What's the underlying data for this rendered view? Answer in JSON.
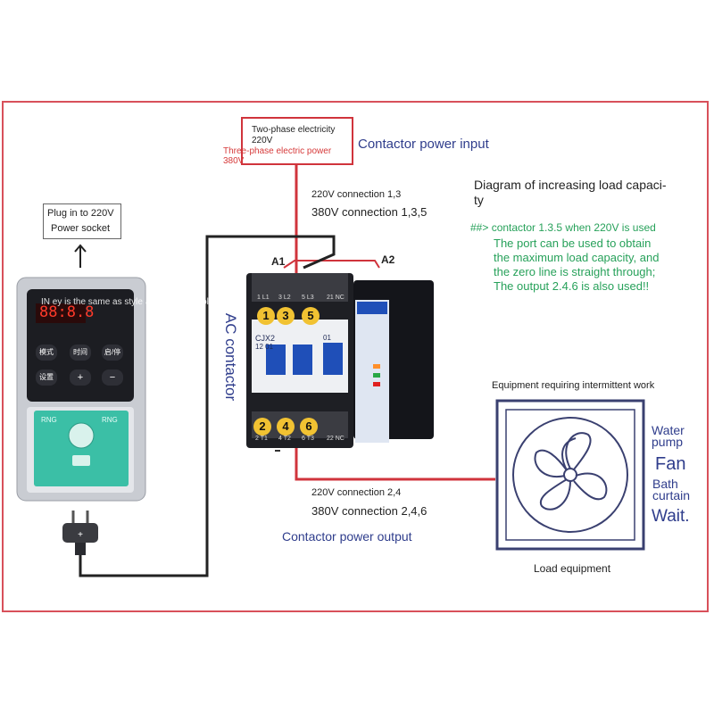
{
  "colors": {
    "frame": "#d8505a",
    "red_wire": "#d0343c",
    "black_wire": "#222222",
    "title_blue": "#2f3d8c",
    "note_green": "#27a15a",
    "contactor_blue": "#1f4fb8",
    "terminal_yellow": "#f1c232",
    "controller_teal": "#3bbfa6"
  },
  "input_box": {
    "line1": "Two-phase electricity",
    "line2": "220V",
    "line3": "Three-phase electric power",
    "line4": "380V"
  },
  "labels": {
    "contactor_input": "Contactor power input",
    "connection_220_in": "220V connection 1,3",
    "connection_380_in": "380V connection 1,3,5",
    "a1": "A1",
    "a2": "A2",
    "ac_contactor": "AC contactor",
    "connection_220_out": "220V connection 2,4",
    "connection_380_out": "380V connection 2,4,6",
    "contactor_output": "Contactor power output",
    "plug_line1": "Plug in to 220V",
    "plug_line2": "Power socket",
    "controller_note": "IN ey is the same as style and time controller",
    "equipment_label": "Equipment requiring intermittent work",
    "load_label": "Load equipment"
  },
  "diagram_note": {
    "title_line1": "Diagram of increasing load capaci-",
    "title_line2": "ty",
    "intro": "##> contactor 1.3.5 when 220V is used",
    "line1": "The port can be used to obtain",
    "line2": "the maximum load capacity, and",
    "line3": "the zero line is straight through;",
    "line4": "The output 2.4.6 is also used!!"
  },
  "load_types": [
    "Water pump",
    "Fan",
    "Bath curtain",
    "Wait."
  ],
  "contactor": {
    "model": "CJX2",
    "model_no": "12 01",
    "aux": "01",
    "top_terminals": [
      "1",
      "3",
      "5"
    ],
    "bottom_terminals": [
      "2",
      "4",
      "6"
    ],
    "top_small": [
      "1 L1",
      "3 L2",
      "5 L3",
      "21 NC"
    ],
    "bottom_small": [
      "2 T1",
      "4 T2",
      "6 T3",
      "22 NC"
    ]
  },
  "controller": {
    "display": "88:8.8",
    "keys": [
      "模式",
      "时间",
      "启/停",
      "设置",
      "+",
      "−"
    ],
    "socket_brand": "RNG"
  }
}
